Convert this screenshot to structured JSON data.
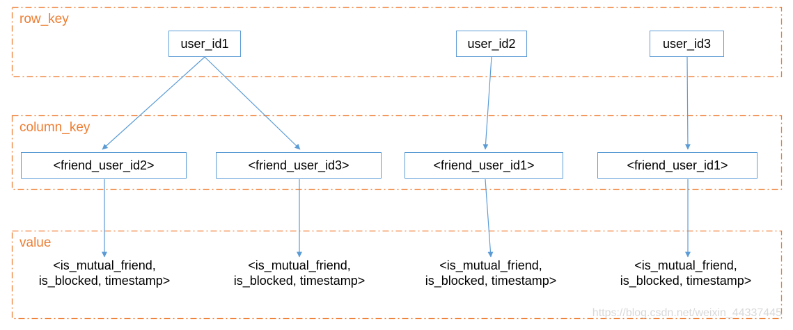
{
  "diagram": {
    "sections": [
      {
        "label": "row_key"
      },
      {
        "label": "column_key"
      },
      {
        "label": "value"
      }
    ],
    "row_keys": [
      "user_id1",
      "user_id2",
      "user_id3"
    ],
    "column_keys": [
      "<friend_user_id2>",
      "<friend_user_id3>",
      "<friend_user_id1>",
      "<friend_user_id1>"
    ],
    "values": [
      {
        "line1": "<is_mutual_friend,",
        "line2": "is_blocked, timestamp>"
      },
      {
        "line1": "<is_mutual_friend,",
        "line2": "is_blocked, timestamp>"
      },
      {
        "line1": "<is_mutual_friend,",
        "line2": "is_blocked, timestamp>"
      },
      {
        "line1": "<is_mutual_friend,",
        "line2": "is_blocked, timestamp>"
      }
    ],
    "edges": [
      "user_id1 -> <friend_user_id2>",
      "user_id1 -> <friend_user_id3>",
      "user_id2 -> <friend_user_id1>",
      "user_id3 -> <friend_user_id1>",
      "<friend_user_id2> -> value",
      "<friend_user_id3> -> value",
      "<friend_user_id1> -> value",
      "<friend_user_id1> -> value"
    ]
  },
  "colors": {
    "section_border_orange": "#ED7D31",
    "node_border_blue": "#5B9BD5",
    "arrow_blue": "#5B9BD5",
    "text_black": "#000000",
    "watermark_gray": "#D9D9D9"
  },
  "watermark": "https://blog.csdn.net/weixin_44337445"
}
